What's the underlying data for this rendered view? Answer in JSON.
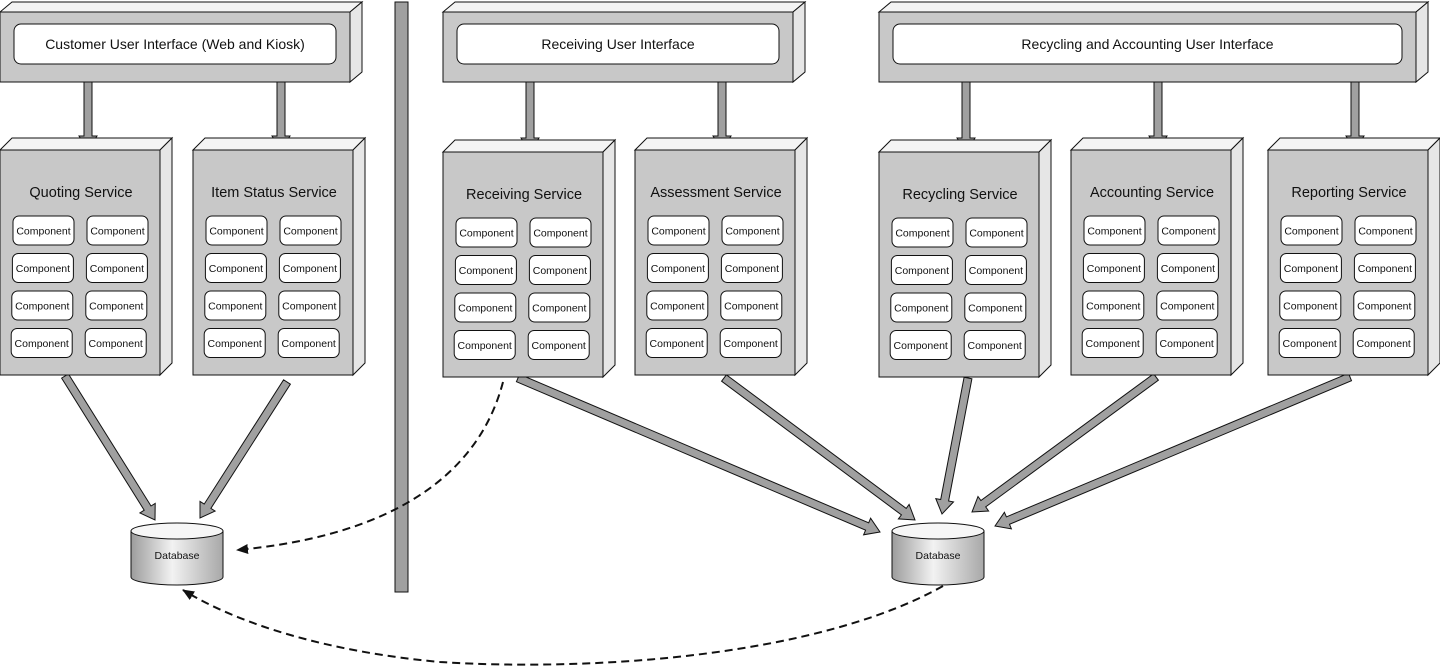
{
  "colors": {
    "box_front": "#c8c8c8",
    "box_top": "#f4f4f4",
    "box_side": "#e6e6e6",
    "arrow": "#a0a0a0",
    "stroke": "#111111"
  },
  "ui_panels": [
    {
      "id": "customer-ui",
      "label": "Customer User Interface (Web and Kiosk)"
    },
    {
      "id": "receiving-ui",
      "label": "Receiving User Interface"
    },
    {
      "id": "recycling-accounting-ui",
      "label": "Recycling and Accounting User Interface"
    }
  ],
  "services": [
    {
      "id": "quoting-service",
      "title": "Quoting Service",
      "components": [
        "Component",
        "Component",
        "Component",
        "Component",
        "Component",
        "Component",
        "Component",
        "Component"
      ]
    },
    {
      "id": "item-status-service",
      "title": "Item Status Service",
      "components": [
        "Component",
        "Component",
        "Component",
        "Component",
        "Component",
        "Component",
        "Component",
        "Component"
      ]
    },
    {
      "id": "receiving-service",
      "title": "Receiving Service",
      "components": [
        "Component",
        "Component",
        "Component",
        "Component",
        "Component",
        "Component",
        "Component",
        "Component"
      ]
    },
    {
      "id": "assessment-service",
      "title": "Assessment Service",
      "components": [
        "Component",
        "Component",
        "Component",
        "Component",
        "Component",
        "Component",
        "Component",
        "Component"
      ]
    },
    {
      "id": "recycling-service",
      "title": "Recycling Service",
      "components": [
        "Component",
        "Component",
        "Component",
        "Component",
        "Component",
        "Component",
        "Component",
        "Component"
      ]
    },
    {
      "id": "accounting-service",
      "title": "Accounting Service",
      "components": [
        "Component",
        "Component",
        "Component",
        "Component",
        "Component",
        "Component",
        "Component",
        "Component"
      ]
    },
    {
      "id": "reporting-service",
      "title": "Reporting Service",
      "components": [
        "Component",
        "Component",
        "Component",
        "Component",
        "Component",
        "Component",
        "Component",
        "Component"
      ]
    }
  ],
  "databases": [
    {
      "id": "database-left",
      "label": "Database"
    },
    {
      "id": "database-right",
      "label": "Database"
    }
  ]
}
